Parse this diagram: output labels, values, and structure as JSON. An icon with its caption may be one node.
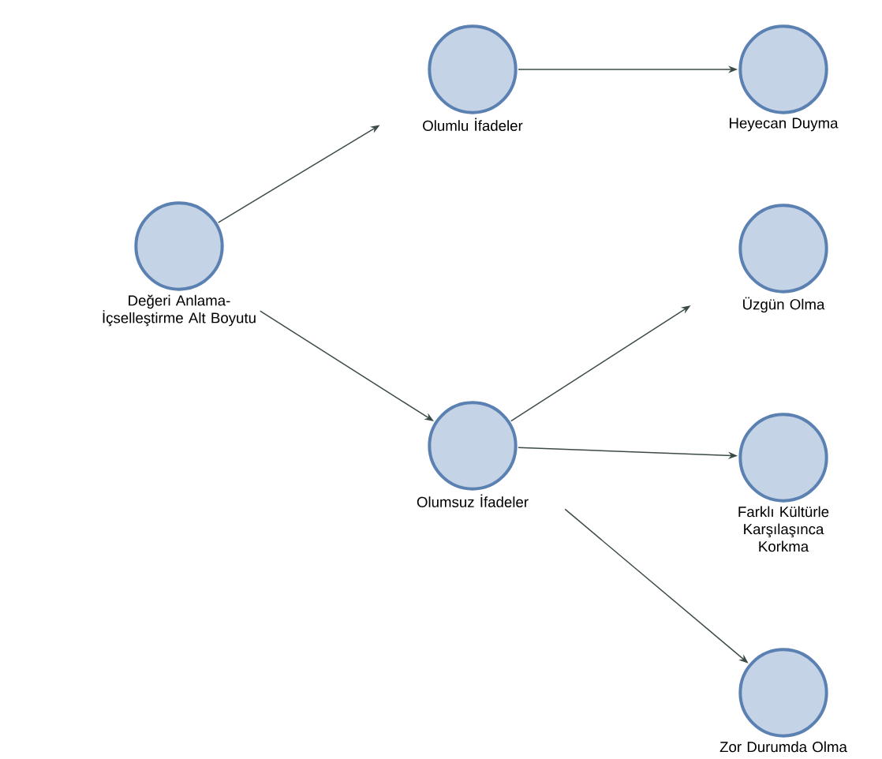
{
  "diagram": {
    "nodes": [
      {
        "text": [
          "Değeri Anlama- İçselleştirme Alt Boyutu"
        ]
      },
      {
        "text": [
          "Olumlu İfadeler"
        ]
      },
      {
        "text": [
          "Heyecan Duyma"
        ]
      },
      {
        "text": [
          "Üzgün Olma"
        ]
      },
      {
        "text": [
          "Olumsuz İfadeler"
        ]
      },
      {
        "text": [
          "Farklı Kültürle Karşılaşınca Korkma"
        ]
      },
      {
        "text": [
          "Zor Durumda Olma"
        ]
      }
    ],
    "edges": [
      {
        "from": 0,
        "to": 1,
        "arrow": "to"
      },
      {
        "from": 1,
        "to": 2,
        "arrow": "to"
      },
      {
        "from": 0,
        "to": 4,
        "arrow": "to"
      },
      {
        "from": 4,
        "to": 3,
        "arrow": "to"
      },
      {
        "from": 4,
        "to": 5,
        "arrow": "to"
      },
      {
        "from": 4,
        "to": 6,
        "arrow": "to"
      }
    ]
  }
}
